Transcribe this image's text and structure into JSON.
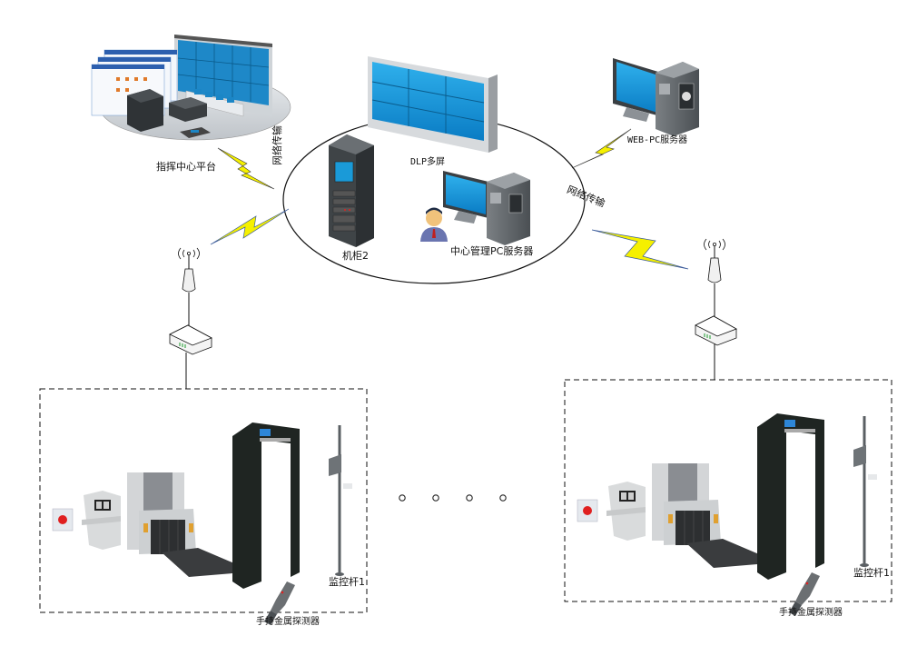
{
  "diagram": {
    "center_platform": {
      "cabinet_label": "机柜2",
      "dlp_label": "DLP多屏",
      "mgmt_server_label": "中心管理PC服务器",
      "left_network_label": "网络传输",
      "right_network_label": "网络传输"
    },
    "command_center": {
      "label": "指挥中心平台"
    },
    "web_server": {
      "label": "WEB-PC服务器"
    },
    "security_sites": [
      {
        "monitor_pole_label": "监控杆1",
        "handheld_detector_label": "手持金属探测器"
      },
      {
        "monitor_pole_label": "监控杆1",
        "handheld_detector_label": "手持金属探测器"
      }
    ],
    "ellipsis_dots": [
      "○",
      "○",
      "○",
      "○"
    ],
    "colors": {
      "screen_blue": "#1a9ad8",
      "lightning_yellow": "#f5f000",
      "lightning_outline": "#3a5a9a",
      "device_gray": "#5a5f63",
      "frame_black": "#1f2522",
      "alarm_red": "#e02020"
    }
  }
}
